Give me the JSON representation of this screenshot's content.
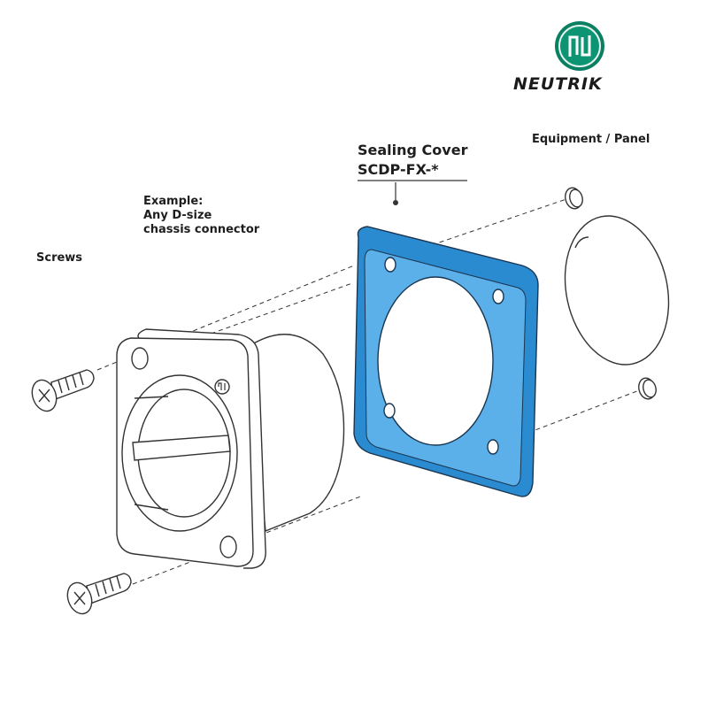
{
  "brand": {
    "name": "NEUTRIK",
    "logo_color": "#0c9473",
    "logo_ring_color": "#0a7f63"
  },
  "labels": {
    "screws": "Screws",
    "example": [
      "Example:",
      "Any D-size",
      "chassis connector"
    ],
    "equipment_panel": "Equipment / Panel",
    "sealing_cover": [
      "Sealing Cover",
      "SCDP-FX-*"
    ]
  },
  "colors": {
    "sealing_cover_fill": "#2b8bd1",
    "line": "#333333"
  }
}
